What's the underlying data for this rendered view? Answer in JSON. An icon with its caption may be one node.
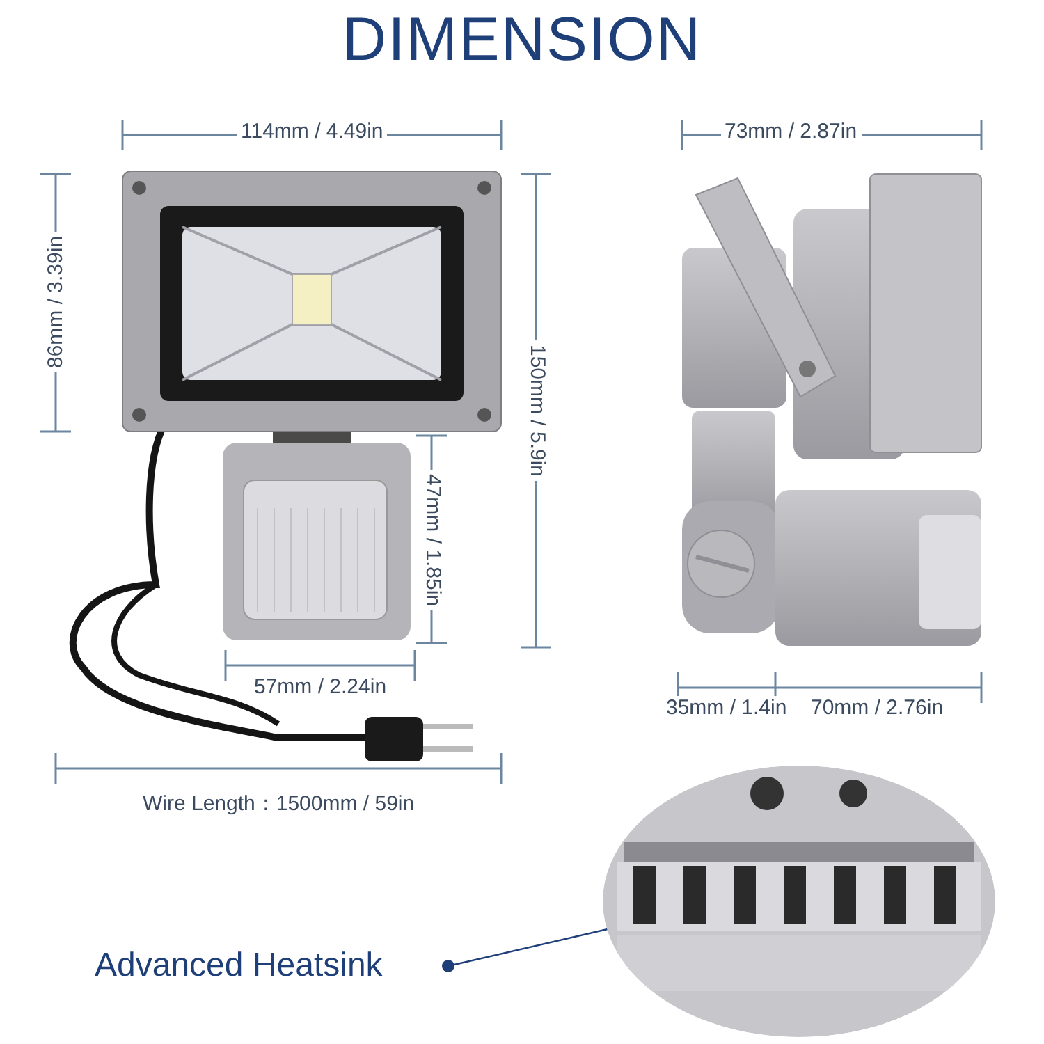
{
  "diagram": {
    "title": "DIMENSION",
    "nodes": [
      {
        "text": [
          "Advanced Heatsink"
        ]
      },
      {
        "text": [],
        "shape": "picture"
      }
    ],
    "edges": [
      {
        "from": 0,
        "to": 1,
        "arrow": "other"
      }
    ],
    "labels": [
      "114mm / 4.49in",
      "73mm / 2.87in",
      "86mm / 3.39in",
      "150mm / 5.9in",
      "47mm / 1.85in",
      "57mm / 2.24in",
      "35mm / 1.4in",
      "70mm / 2.76in",
      "Wire Length：1500mm / 59in"
    ]
  }
}
